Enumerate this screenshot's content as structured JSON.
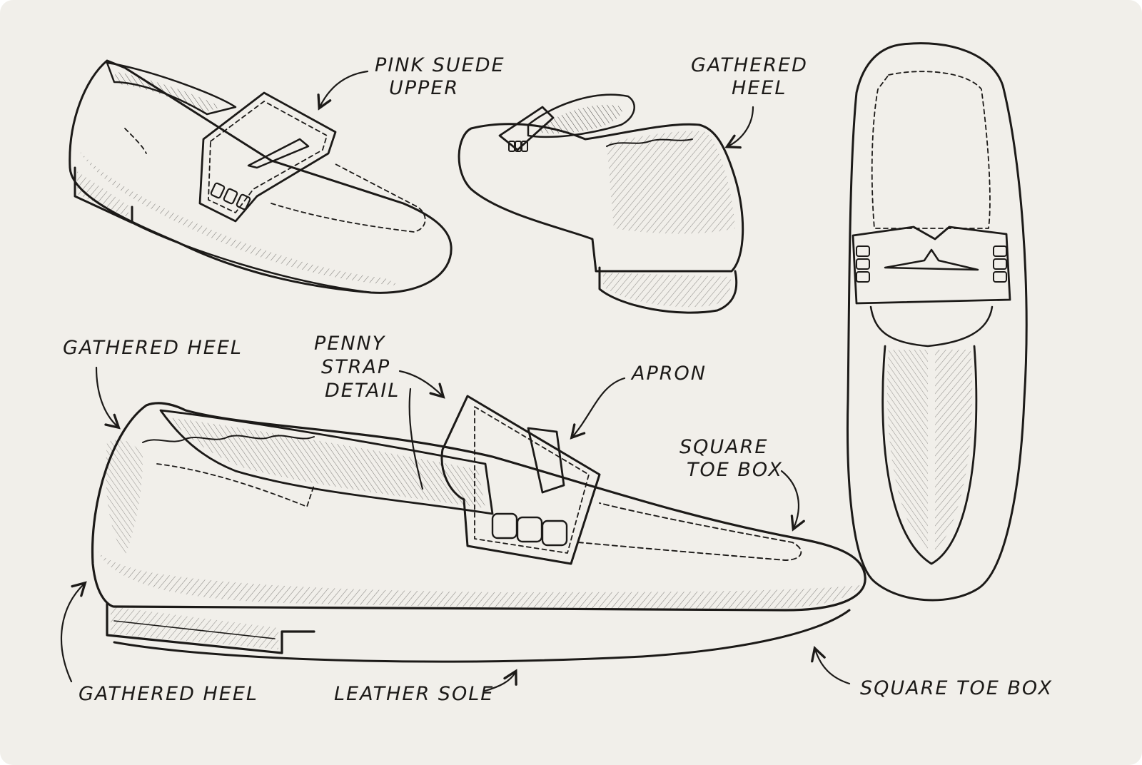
{
  "labels": {
    "pink_suede_upper": [
      "PINK SUEDE",
      "UPPER"
    ],
    "gathered_heel_top": [
      "GATHERED",
      "HEEL"
    ],
    "gathered_heel_left": "GATHERED HEEL",
    "penny_strap_detail": [
      "PENNY",
      "STRAP",
      "DETAIL"
    ],
    "apron": "APRON",
    "square_toe_box_mid": [
      "SQUARE",
      "TOE BOX"
    ],
    "gathered_heel_bottom": "GATHERED HEEL",
    "leather_sole": "LEATHER SOLE",
    "square_toe_box_bottom": "SQUARE TOE BOX"
  },
  "colors": {
    "paper": "#f1efea",
    "ink": "#1c1a18"
  }
}
